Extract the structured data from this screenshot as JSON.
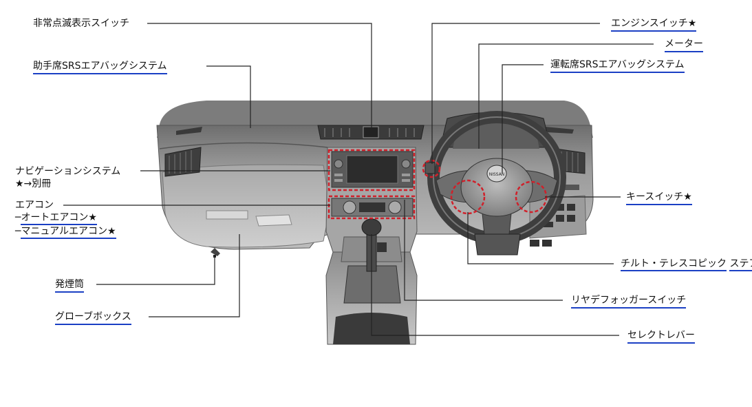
{
  "labels": {
    "hazard_switch": "非常点滅表示スイッチ",
    "passenger_airbag": "助手席SRSエアバッグシステム",
    "navigation": "ナビゲーションシステム",
    "navigation_ref": "★→別冊",
    "aircon": "エアコン",
    "auto_aircon": "オートエアコン★",
    "manual_aircon": "マニュアルエアコン★",
    "aircon_dash": "─",
    "lighter": "発煙筒",
    "glovebox": "グローブボックス",
    "engine_switch": "エンジンスイッチ★",
    "meter": "メーター",
    "driver_airbag": "運転席SRSエアバッグシステム",
    "key_switch": "キースイッチ★",
    "tilt_line1": "チルト・テレスコピック",
    "tilt_line2": "ステアリング",
    "defogger": "リヤデフォッガースイッチ",
    "select_lever": "セレクトレバー"
  },
  "wheel_badge": "NISSAN",
  "colors": {
    "link_underline": "#1a3fc4",
    "highlight_dash": "#d0202a",
    "leader_line": "#222222",
    "dashboard_dark": "#555555",
    "dashboard_mid": "#8a8a8a",
    "dashboard_light": "#c4c4c4"
  }
}
